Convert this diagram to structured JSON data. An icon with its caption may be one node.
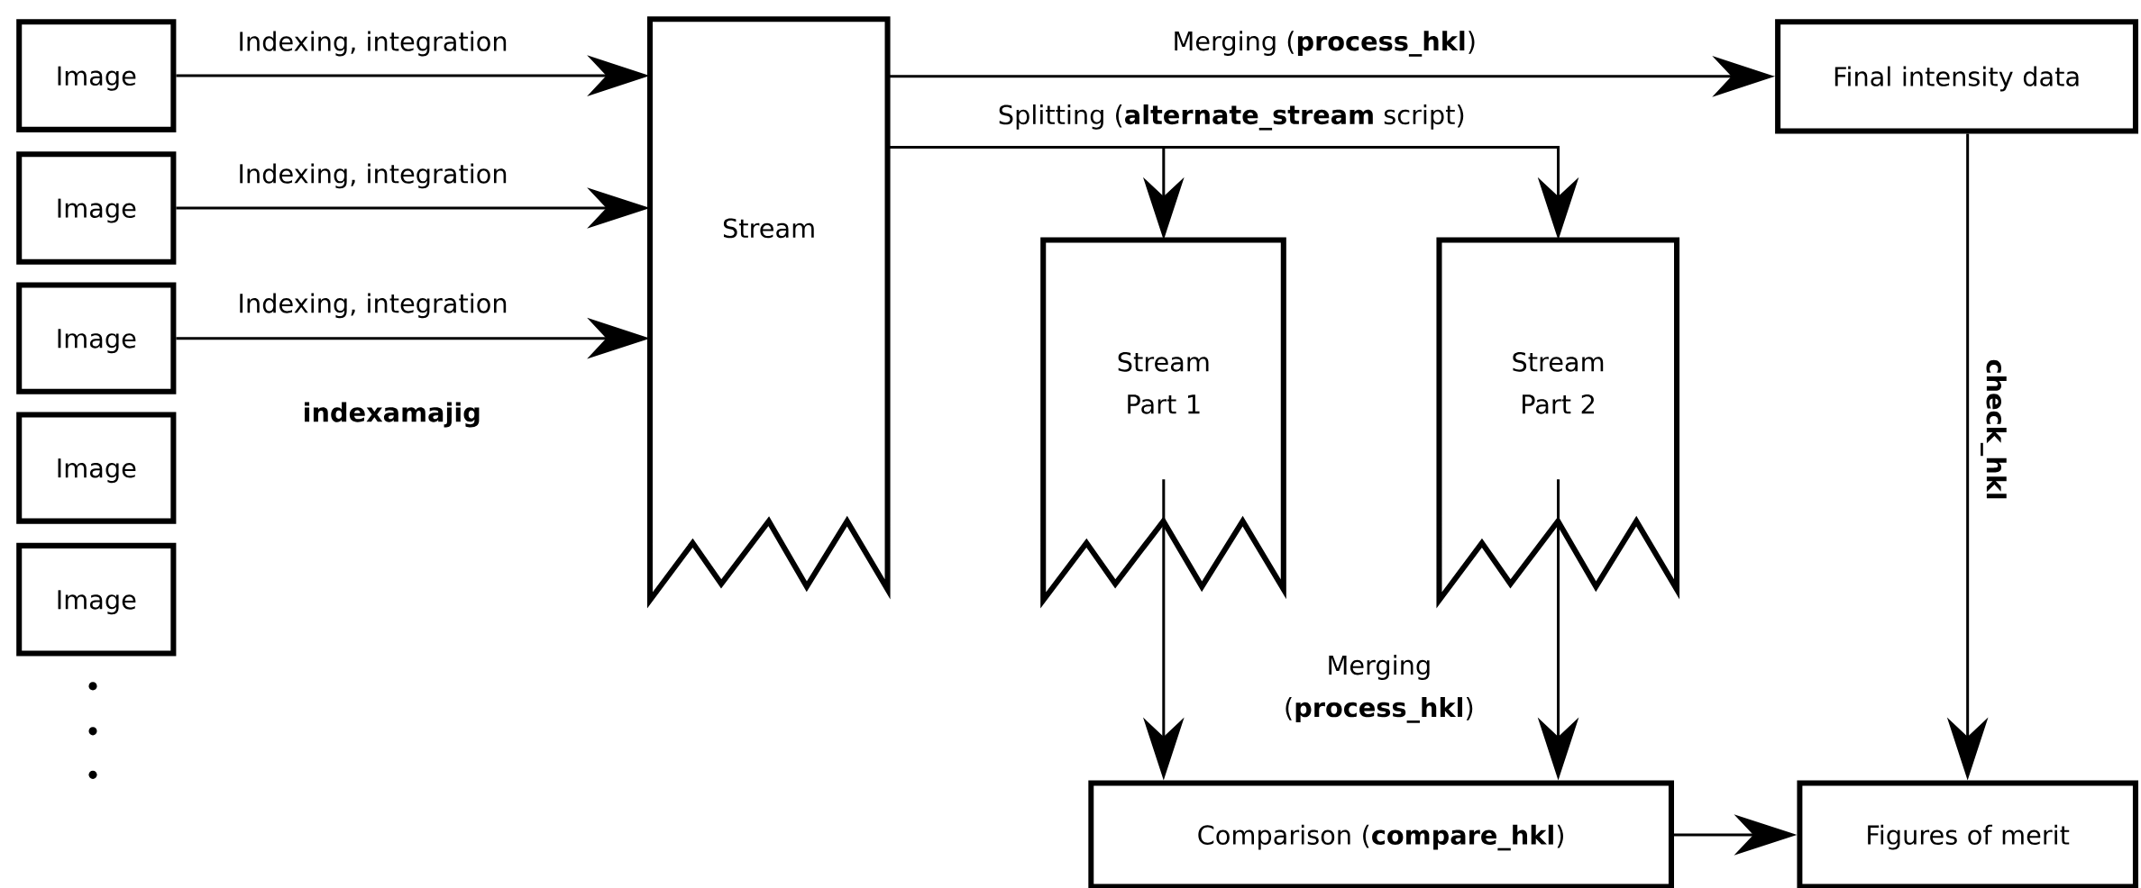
{
  "diagram": {
    "nodes": [
      {
        "text": [
          "Image"
        ]
      },
      {
        "text": [
          "Image"
        ]
      },
      {
        "text": [
          "Image"
        ]
      },
      {
        "text": [
          "Image"
        ]
      },
      {
        "text": [
          "Image"
        ]
      },
      {
        "text": [
          "Stream"
        ]
      },
      {
        "text": [
          "Final intensity data"
        ]
      },
      {
        "text": [
          "Stream Part 1"
        ]
      },
      {
        "text": [
          "Stream Part 2"
        ]
      },
      {
        "text": [
          "Comparison (**compare_hkl**)"
        ]
      },
      {
        "text": [
          "Figures of merit"
        ]
      }
    ],
    "edges": [
      {
        "from": 0,
        "to": 5,
        "arrow": "to",
        "label": "Indexing, integration"
      },
      {
        "from": 1,
        "to": 5,
        "arrow": "to",
        "label": "Indexing, integration"
      },
      {
        "from": 2,
        "to": 5,
        "arrow": "to",
        "label": "Indexing, integration"
      },
      {
        "from": 5,
        "to": 6,
        "arrow": "to",
        "label": "Merging (**process_hkl**)"
      },
      {
        "from": 5,
        "to": 7,
        "arrow": "to",
        "label": "Splitting (**alternate_stream** script)"
      },
      {
        "from": 5,
        "to": 8,
        "arrow": "to"
      },
      {
        "from": 6,
        "to": 10,
        "arrow": "to",
        "label": "check_hkl"
      },
      {
        "from": 7,
        "to": 9,
        "arrow": "to"
      },
      {
        "from": 8,
        "to": 9,
        "arrow": "to",
        "label": "Merging (**process_hkl**)"
      },
      {
        "from": 9,
        "to": 10,
        "arrow": "to"
      }
    ],
    "labels": [
      "indexamajig"
    ]
  }
}
